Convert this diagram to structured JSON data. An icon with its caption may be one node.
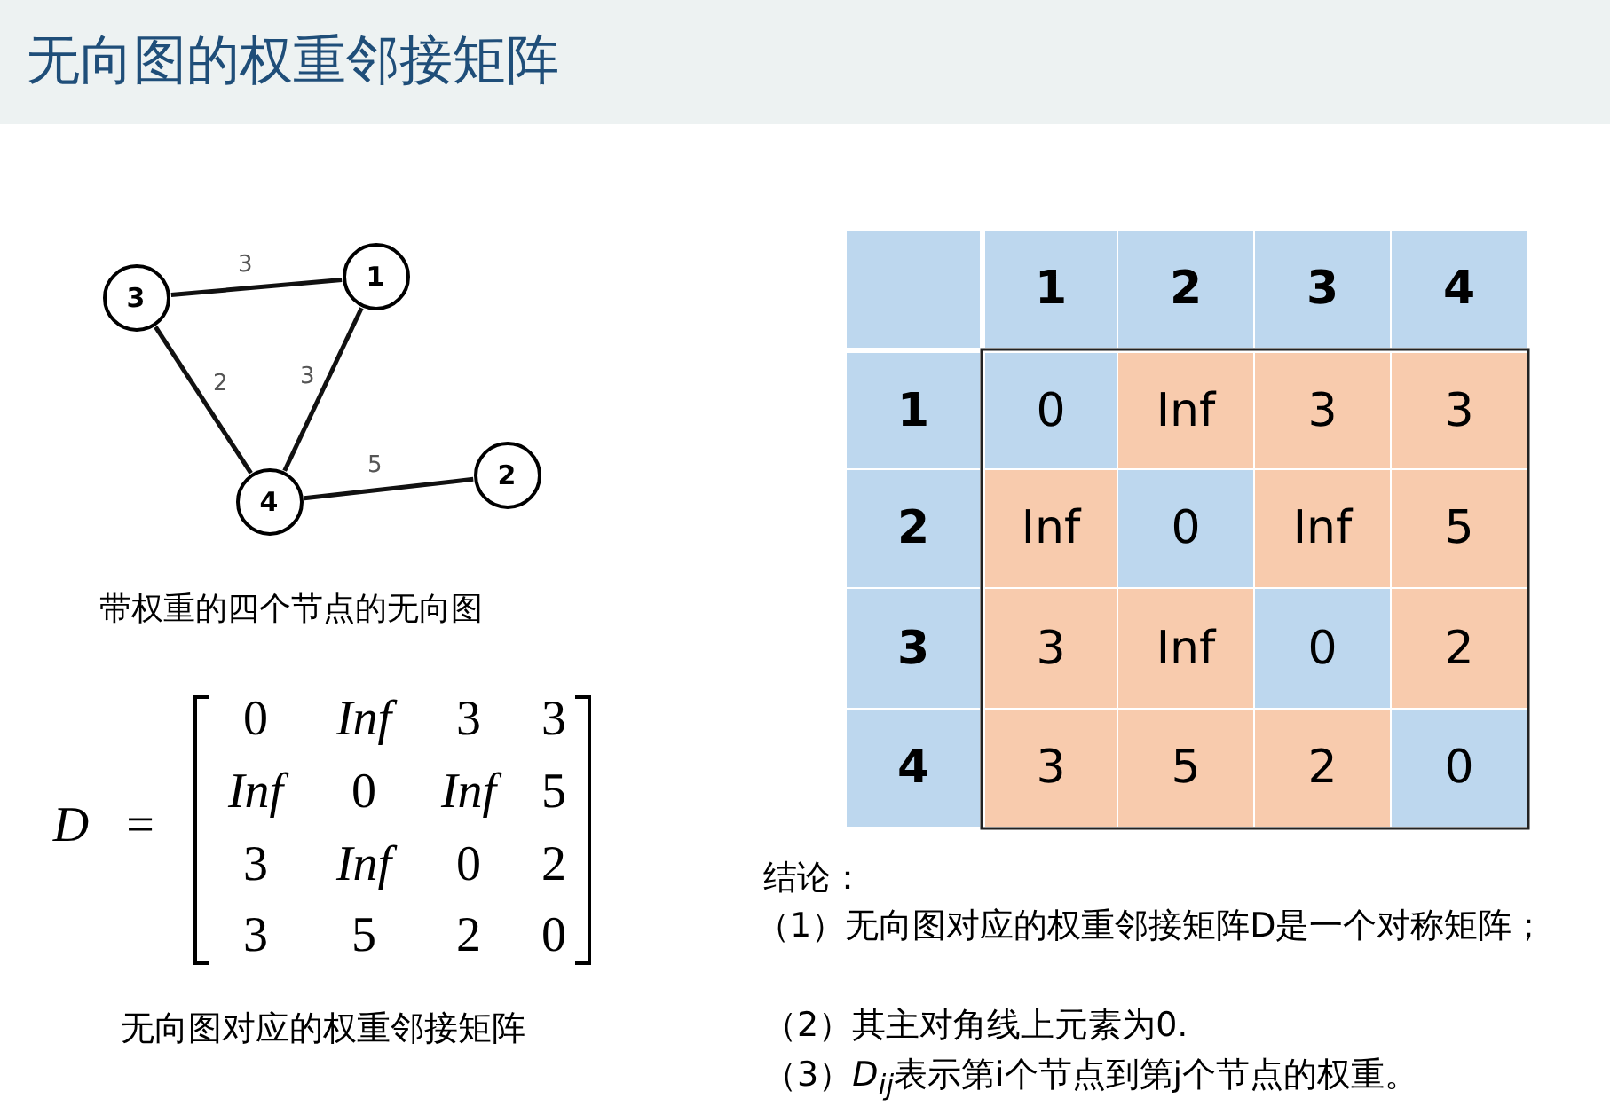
{
  "diagram": {
    "title": "无向图的权重邻接矩阵",
    "nodes": [
      {
        "text": [
          "3"
        ]
      },
      {
        "text": [
          "1"
        ]
      },
      {
        "text": [
          "4"
        ]
      },
      {
        "text": [
          "2"
        ]
      }
    ],
    "edges": [
      {
        "from": 0,
        "to": 1,
        "arrow": "none",
        "label": "3"
      },
      {
        "from": 0,
        "to": 2,
        "arrow": "none",
        "label": "2"
      },
      {
        "from": 1,
        "to": 2,
        "arrow": "none",
        "label": "3"
      },
      {
        "from": 2,
        "to": 3,
        "arrow": "none",
        "label": "5"
      }
    ],
    "labels": [
      "带权重的四个节点的无向图",
      "D",
      "=",
      "0",
      "Inf",
      "3",
      "3",
      "Inf",
      "0",
      "Inf",
      "5",
      "3",
      "Inf",
      "0",
      "2",
      "3",
      "5",
      "2",
      "0",
      "无向图对应的权重邻接矩阵",
      "1",
      "2",
      "3",
      "4",
      "1",
      "0",
      "Inf",
      "3",
      "3",
      "2",
      "Inf",
      "0",
      "Inf",
      "5",
      "3",
      "3",
      "Inf",
      "0",
      "2",
      "4",
      "3",
      "5",
      "2",
      "0",
      "结论：",
      "（1）无向图对应的权重邻接矩阵D是一个对称矩阵；",
      "（2）其主对角线上元素为0.",
      "（3）*D*$_{ij}$表示第i个节点到第j个节点的权重。"
    ]
  }
}
